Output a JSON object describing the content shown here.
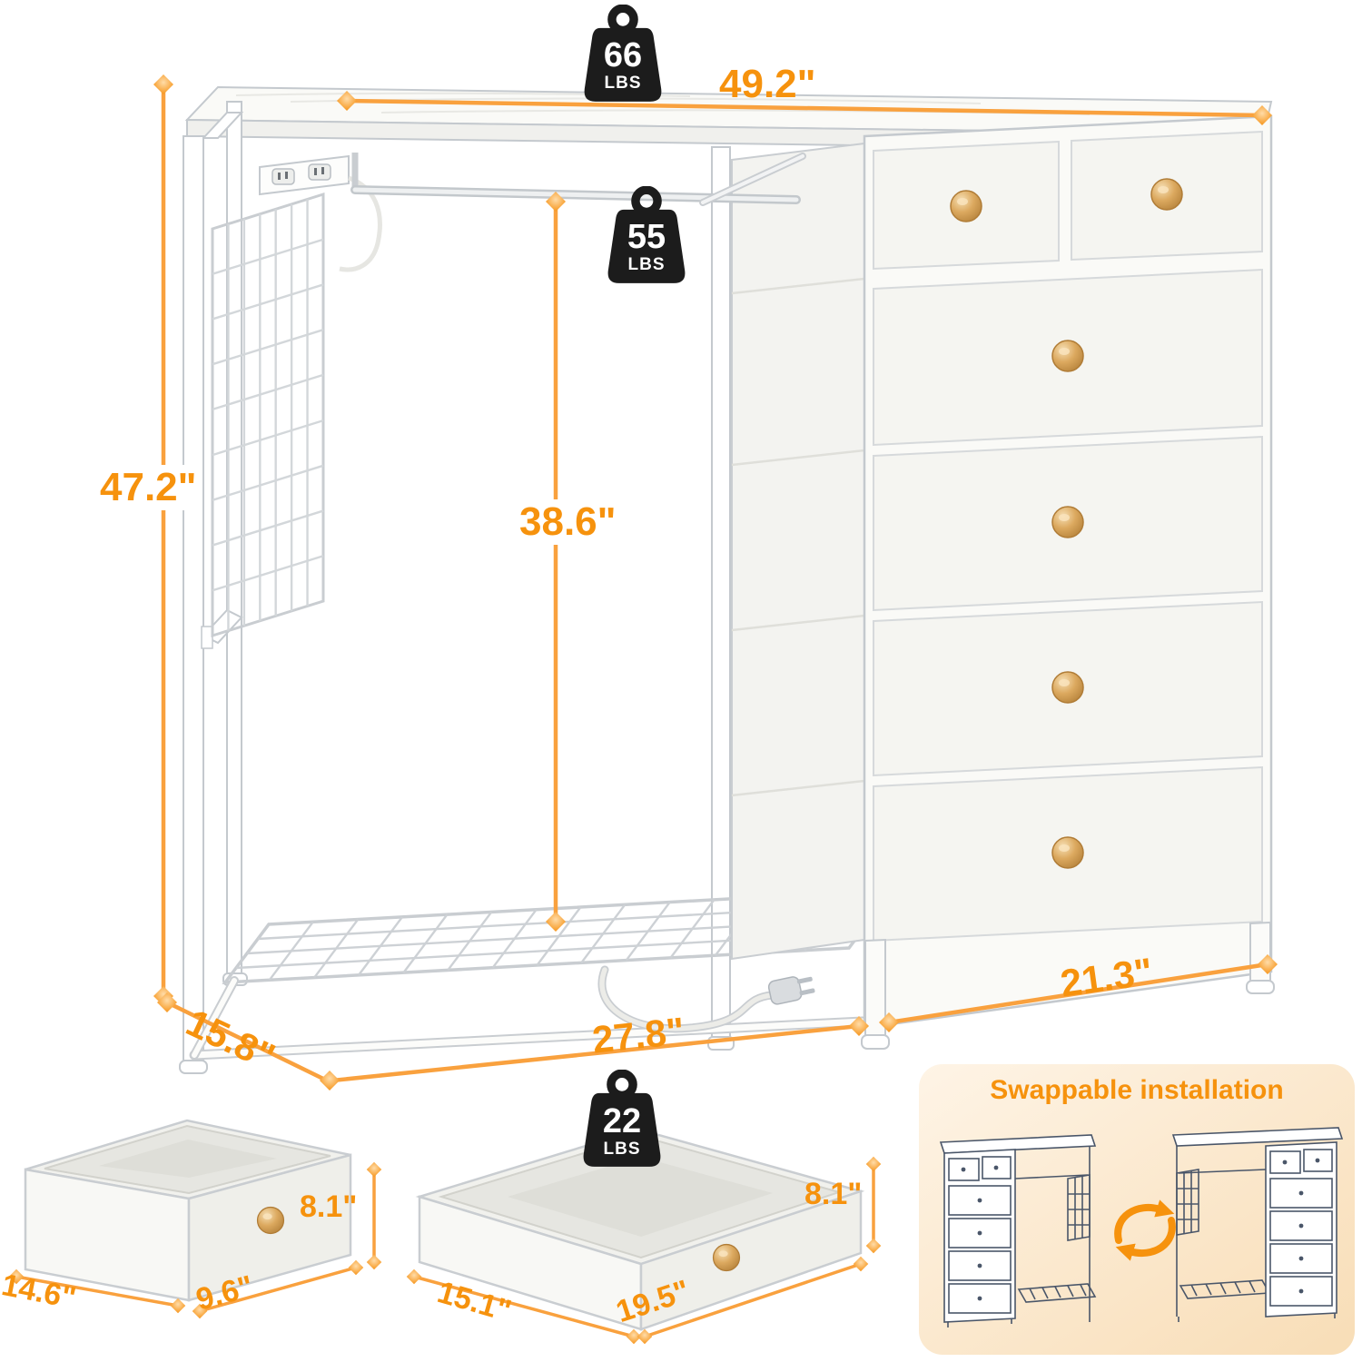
{
  "diagram": {
    "background": "#ffffff",
    "accent_color": "#F6920D",
    "dimension_line_color": "#F9A13E",
    "weight_icon_color": "#1C1C1C",
    "knob_color": "#D8A45F",
    "panel_bg_color": "#FBE7CC"
  },
  "weights": {
    "top_capacity": {
      "icon": "kettlebell-weight-icon",
      "value": "66",
      "unit": "LBS"
    },
    "rod_capacity": {
      "icon": "kettlebell-weight-icon",
      "value": "55",
      "unit": "LBS"
    },
    "drawer_capacity": {
      "icon": "kettlebell-weight-icon",
      "value": "22",
      "unit": "LBS"
    }
  },
  "dimensions": {
    "overall_width": "49.2\"",
    "overall_height": "47.2\"",
    "hanging_rod_height": "38.6\"",
    "dresser_width": "21.3\"",
    "overall_depth": "15.8\"",
    "rack_width": "27.8\""
  },
  "drawer_small": {
    "height": "8.1\"",
    "width": "14.6\"",
    "depth": "9.6\""
  },
  "drawer_wide": {
    "height": "8.1\"",
    "depth": "15.1\"",
    "width": "19.5\""
  },
  "swappable_panel": {
    "title": "Swappable installation",
    "icon": "swap-arrows-icon"
  }
}
